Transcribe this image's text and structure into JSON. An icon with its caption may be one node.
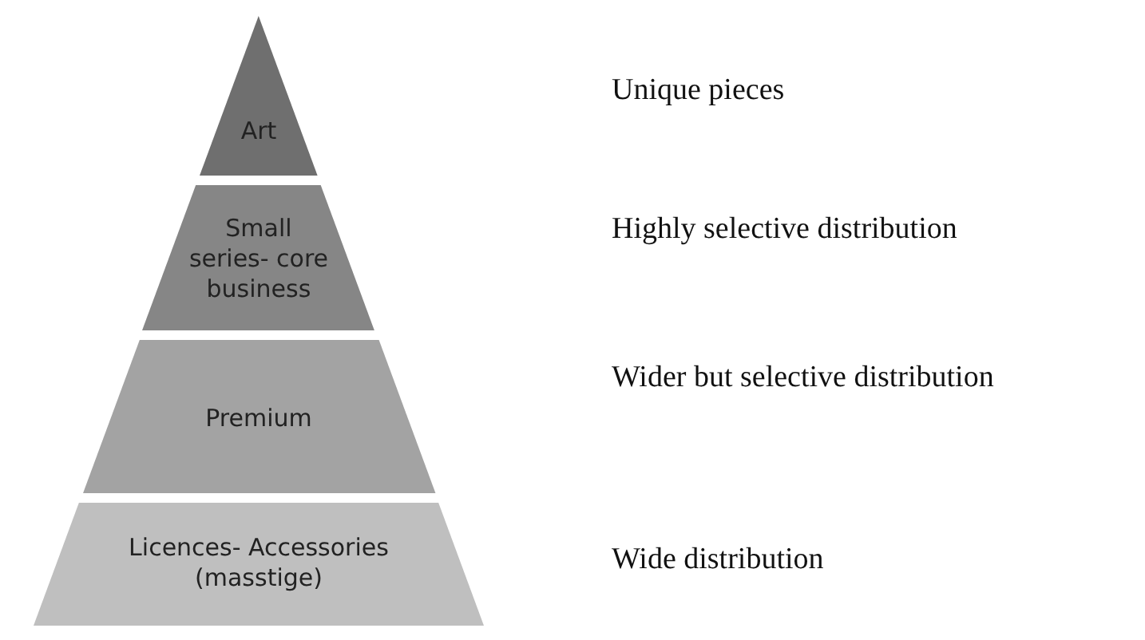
{
  "diagram": {
    "nodes": [
      {
        "text": [
          "Art"
        ]
      },
      {
        "text": [
          "Small series- core business"
        ]
      },
      {
        "text": [
          "Premium"
        ]
      },
      {
        "text": [
          "Licences- Accessories (masstige)"
        ]
      }
    ],
    "labels": [
      "Unique pieces",
      "Highly selective distribution",
      "Wider but selective distribution",
      "Wide distribution"
    ]
  }
}
